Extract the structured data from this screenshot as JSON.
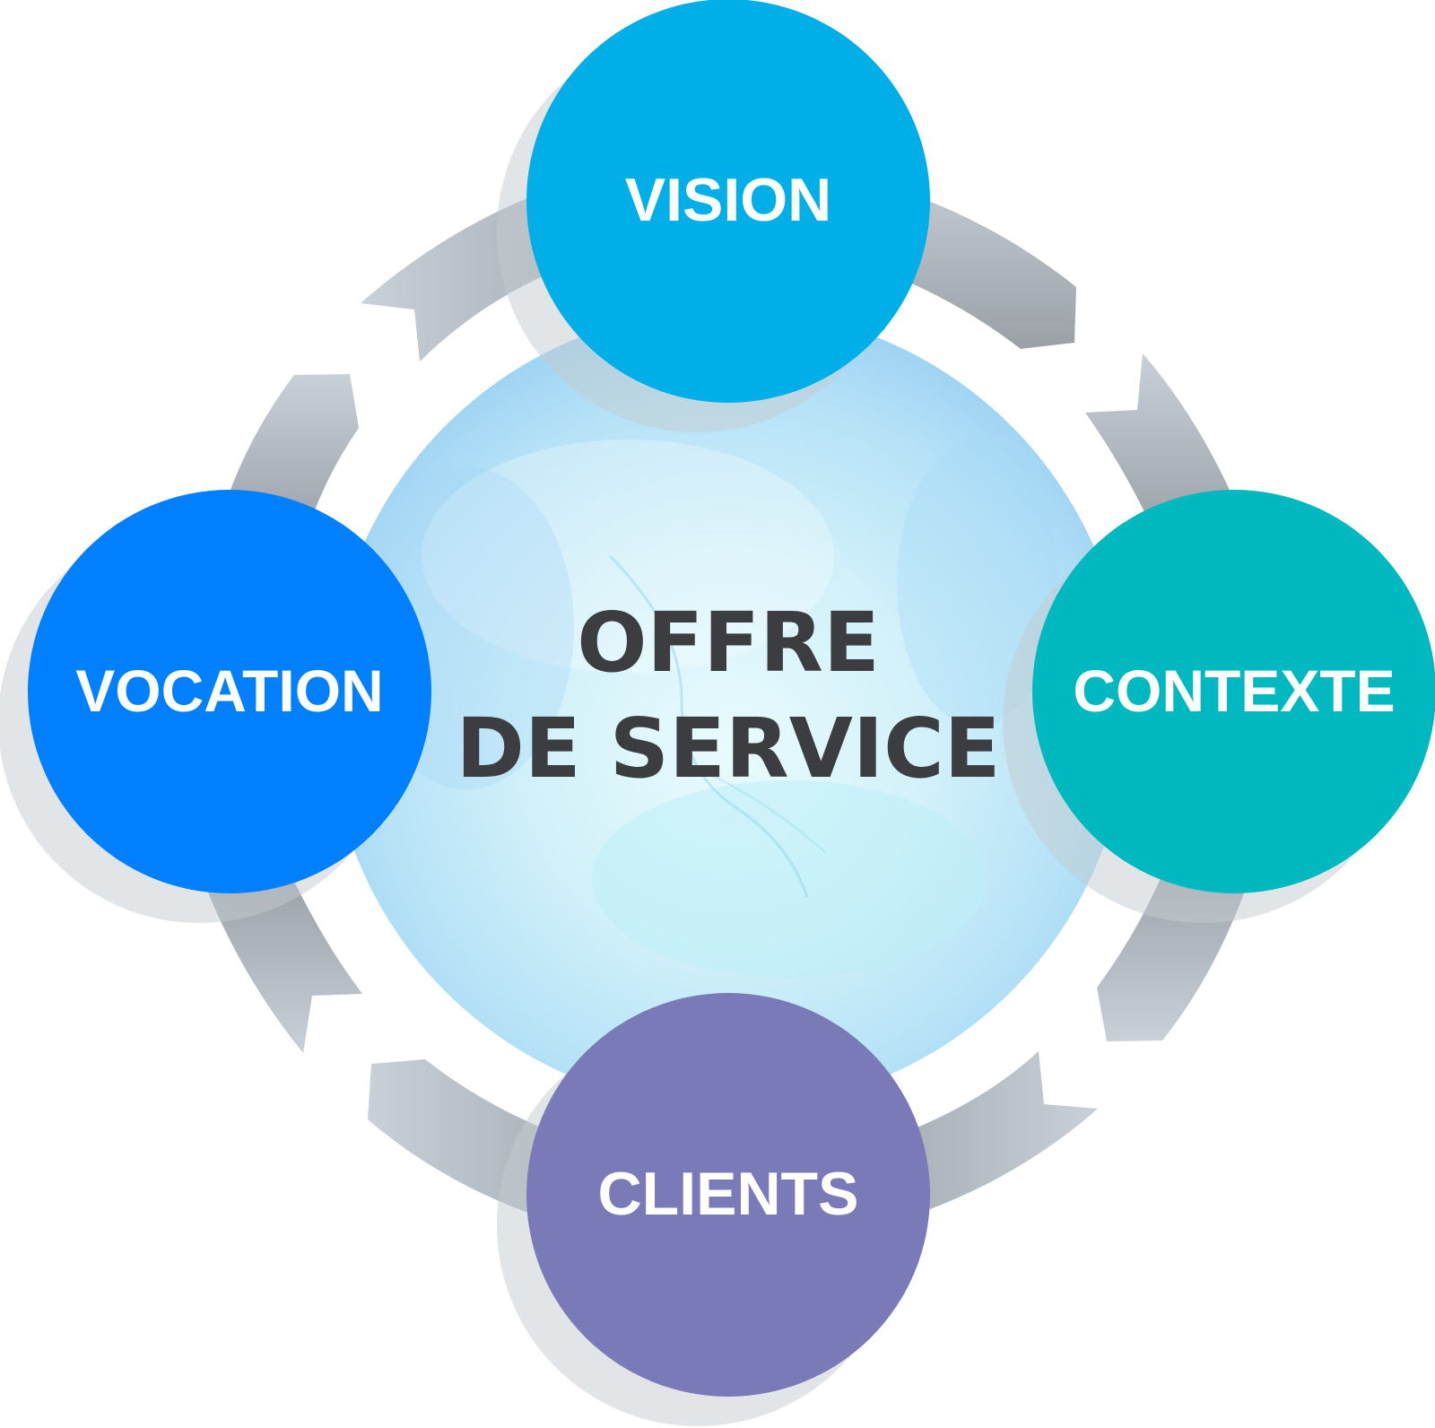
{
  "center": {
    "line1": "OFFRE",
    "line2": "DE SERVICE"
  },
  "nodes": [
    {
      "id": "vision",
      "label": "VISION",
      "color": "#00aee8"
    },
    {
      "id": "contexte",
      "label": "CONTEXTE",
      "color": "#00b8bf"
    },
    {
      "id": "clients",
      "label": "CLIENTS",
      "color": "#7b7ab8"
    },
    {
      "id": "vocation",
      "label": "VOCATION",
      "color": "#0080ff"
    }
  ],
  "colors": {
    "arrow_dark": "#9aa0a6",
    "arrow_light": "#c9d0d8",
    "node_shadow": "#c7cdd1",
    "center_text": "#3c3d40",
    "watercolor_blue": "#9fd6f5",
    "watercolor_cyan": "#d8f4fb"
  }
}
